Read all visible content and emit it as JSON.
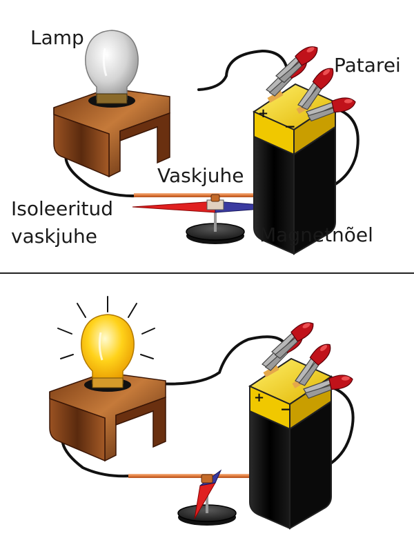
{
  "labels": {
    "lamp": "Lamp",
    "battery": "Patarei",
    "copper_wire": "Vaskjuhe",
    "insulated_wire_line1": "Isoleeritud",
    "insulated_wire_line2": "vaskjuhe",
    "compass_needle": "Magnetnõel"
  },
  "battery_signs": {
    "plus": "+",
    "minus": "−"
  },
  "panels": [
    {
      "state": "circuit-open",
      "lamp_lit": false,
      "needle": "aligned-with-wire"
    },
    {
      "state": "circuit-closed",
      "lamp_lit": true,
      "needle": "deflected"
    }
  ],
  "colors": {
    "wood_dark": "#5a2a0e",
    "wood_light": "#c57a3a",
    "bulb_off": "#c8c8c8",
    "bulb_on": "#ffd21a",
    "battery_top": "#f4d21c",
    "battery_body": "#111111",
    "clip_red": "#c0121a",
    "copper": "#e07a3a",
    "needle_red": "#e02020",
    "needle_blue": "#3a3aa0"
  }
}
